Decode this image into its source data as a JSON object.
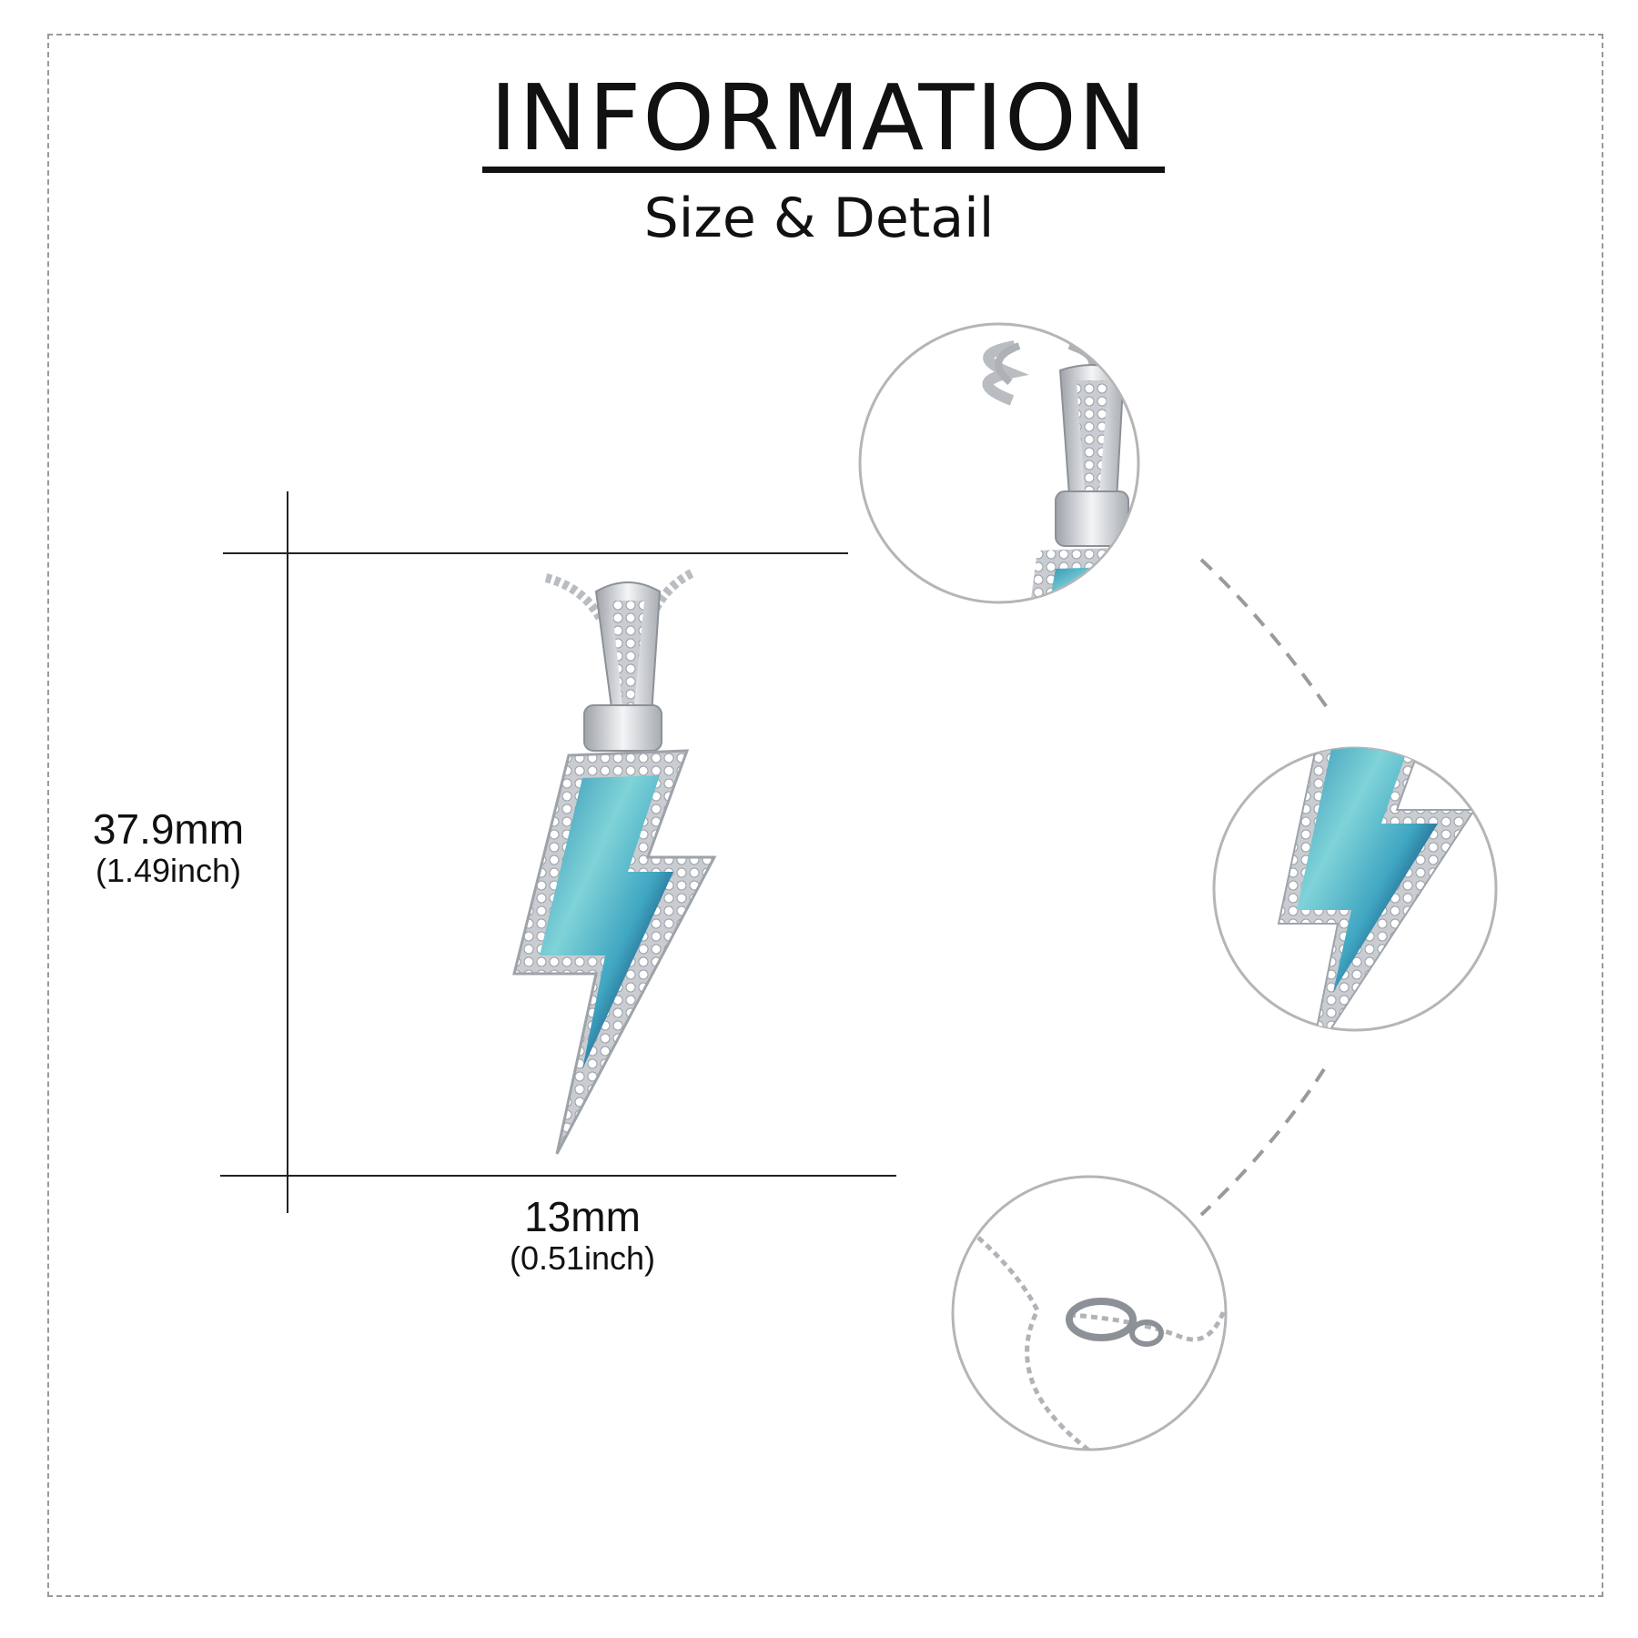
{
  "header": {
    "title": "INFORMATION",
    "subtitle": "Size & Detail"
  },
  "dimensions": {
    "height_mm": "37.9mm",
    "height_inch": "(1.49inch)",
    "width_mm": "13mm",
    "width_inch": "(0.51inch)"
  },
  "colors": {
    "frame": "#9a9a9a",
    "text": "#111111",
    "abalone_blue": "#4fb6c9",
    "abalone_deep": "#1c4a7a",
    "silver": "#d8dade",
    "circle_outline": "#b5b5b5"
  },
  "details": [
    {
      "name": "bail-closeup"
    },
    {
      "name": "lightning-pendant-closeup"
    },
    {
      "name": "lobster-clasp-closeup"
    }
  ]
}
